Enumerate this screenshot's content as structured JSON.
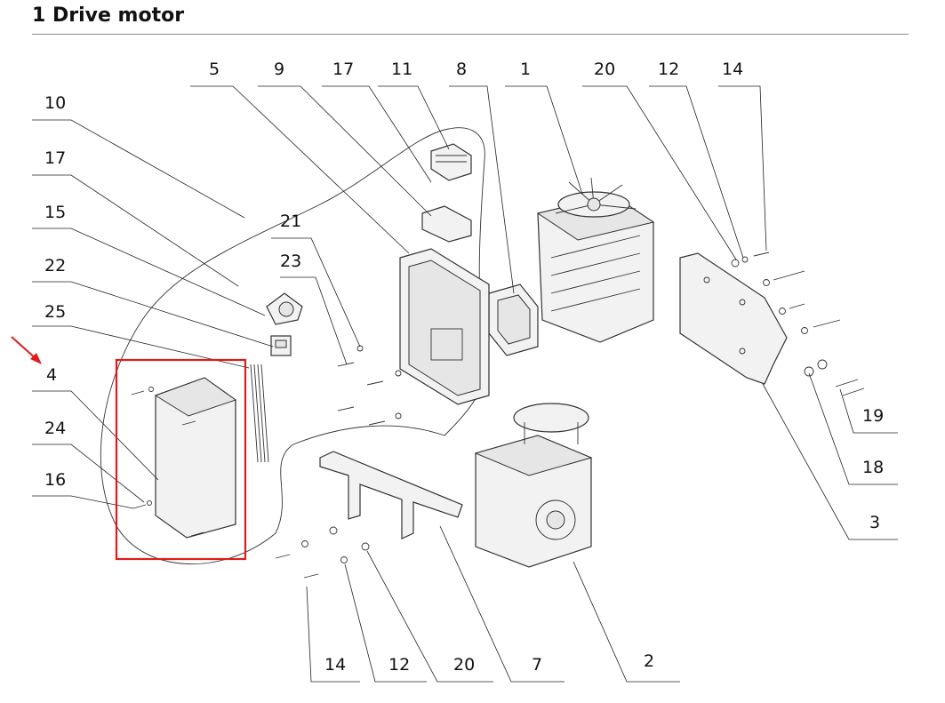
{
  "title": "1 Drive motor",
  "callouts": {
    "n5": "5",
    "n9": "9",
    "n17_top": "17",
    "n11": "11",
    "n8": "8",
    "n1": "1",
    "n20_top": "20",
    "n12_top": "12",
    "n14_top": "14",
    "n10": "10",
    "n17_left": "17",
    "n15": "15",
    "n22": "22",
    "n25": "25",
    "n4": "4",
    "n24": "24",
    "n16": "16",
    "n21": "21",
    "n23": "23",
    "n19": "19",
    "n18": "18",
    "n3": "3",
    "n14_bot": "14",
    "n12_bot": "12",
    "n20_bot": "20",
    "n7": "7",
    "n2": "2"
  },
  "highlight": {
    "target": "4",
    "color": "#e11b1b"
  }
}
